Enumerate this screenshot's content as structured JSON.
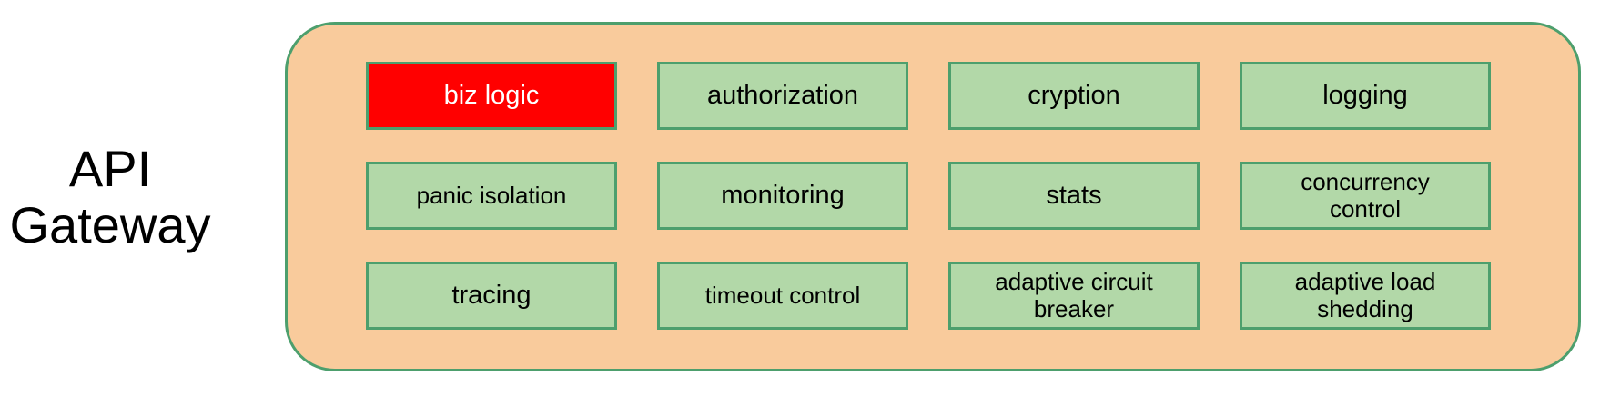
{
  "diagram": {
    "title": {
      "text": "API\nGateway"
    },
    "gateway": {
      "columns": 4,
      "modules": [
        {
          "label": "biz logic",
          "highlight": true
        },
        {
          "label": "authorization",
          "highlight": false
        },
        {
          "label": "cryption",
          "highlight": false
        },
        {
          "label": "logging",
          "highlight": false
        },
        {
          "label": "panic isolation",
          "highlight": false
        },
        {
          "label": "monitoring",
          "highlight": false
        },
        {
          "label": "stats",
          "highlight": false
        },
        {
          "label": "concurrency\ncontrol",
          "highlight": false
        },
        {
          "label": "tracing",
          "highlight": false
        },
        {
          "label": "timeout control",
          "highlight": false
        },
        {
          "label": "adaptive circuit\nbreaker",
          "highlight": false
        },
        {
          "label": "adaptive load\nshedding",
          "highlight": false
        }
      ]
    },
    "colors": {
      "container_fill": "#f9cb9c",
      "container_border": "#4d9f6d",
      "module_fill": "#b2d8a8",
      "module_border": "#4d9f6d",
      "highlight_fill": "#ff0000",
      "highlight_text": "#ffffff",
      "label_text": "#000000",
      "title_text": "#000000",
      "page_background": "#ffffff"
    }
  }
}
